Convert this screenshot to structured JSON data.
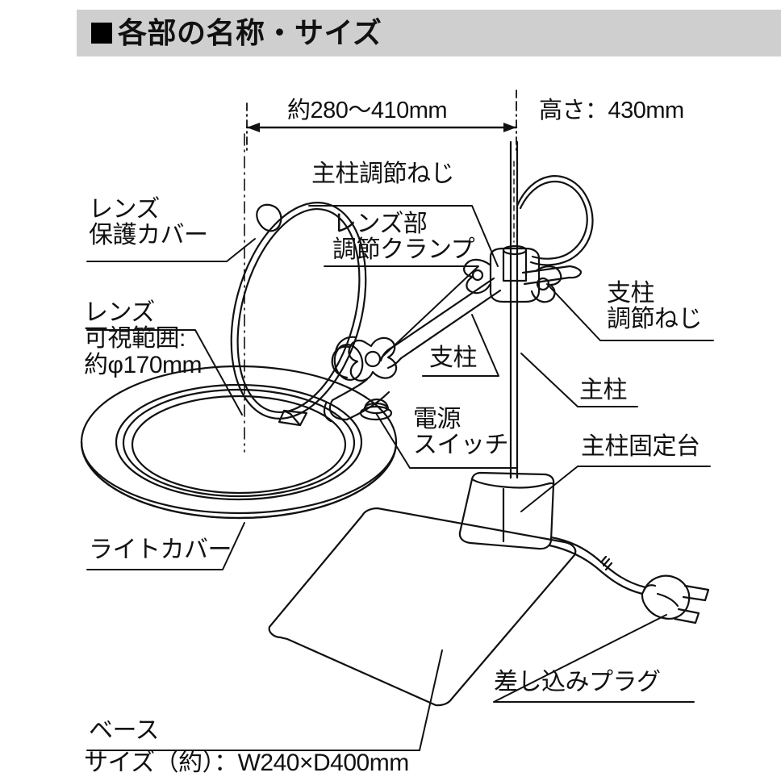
{
  "header": {
    "bullet_icon": "filled-square-icon",
    "title": "各部の名称・サイズ"
  },
  "dimensions": {
    "width_label": "約280〜410mm",
    "height_label": "高さ：430mm"
  },
  "callouts": {
    "lens_cover": {
      "line1": "レンズ",
      "line2": "保護カバー"
    },
    "lens": {
      "line1": "レンズ",
      "line2": "可視範囲:",
      "line3": "約φ170mm"
    },
    "main_pillar_screw": {
      "line1": "主柱調節ねじ"
    },
    "lens_clamp": {
      "line1": "レンズ部",
      "line2": "調節クランプ"
    },
    "support_pillar": {
      "line1": "支柱"
    },
    "support_pillar_screw": {
      "line1": "支柱",
      "line2": "調節ねじ"
    },
    "main_pillar": {
      "line1": "主柱"
    },
    "power_switch": {
      "line1": "電源",
      "line2": "スイッチ"
    },
    "pillar_mount": {
      "line1": "主柱固定台"
    },
    "light_cover": {
      "line1": "ライトカバー"
    },
    "plug": {
      "line1": "差し込みプラグ"
    },
    "base": {
      "line1": "ベース",
      "line2": "サイズ（約）：W240×D400mm"
    }
  },
  "colors": {
    "header_bg": "#cfcfcf",
    "ink": "#111111",
    "paper": "#ffffff"
  }
}
